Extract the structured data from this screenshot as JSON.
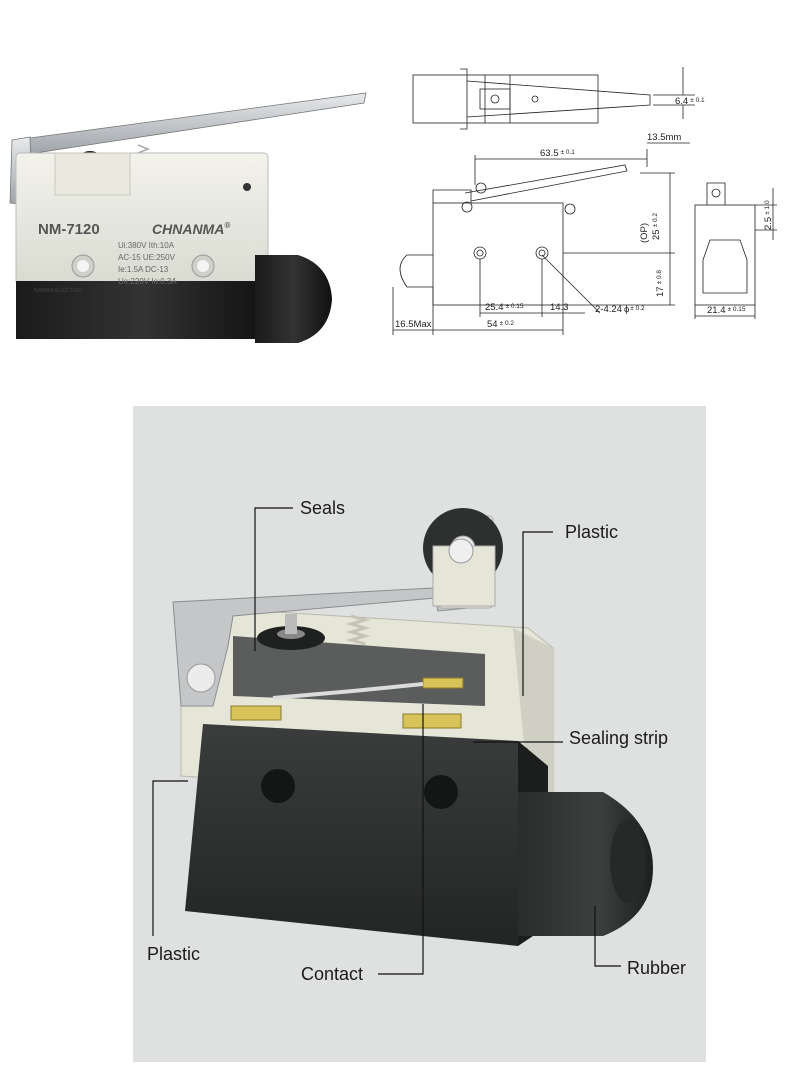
{
  "product": {
    "model": "NM-7120",
    "brand": "CHNANMA",
    "registered": "®",
    "spec_line1": "Ui:380V Ith:10A",
    "spec_line2": "AC-15 UE:250V",
    "spec_line3": "Ie:1.5A DC-13",
    "spec_line4": "Ue:220V Ie:0.3A",
    "maker": "NANMA ELECTRIC"
  },
  "drawing": {
    "dim_top": "6.4",
    "dim_top_tol": "± 0.1",
    "dim_lever_offset": "13.5mm",
    "dim_length": "63.5",
    "dim_length_tol": "± 0.1",
    "dim_op_label": "(OP)",
    "dim_op": "25",
    "dim_op_tol": "± 0.2",
    "dim_height": "17",
    "dim_height_tol": "± 0.8",
    "dim_side": "2.5",
    "dim_side_tol": "± 1.0",
    "dim_width": "21.4",
    "dim_width_tol": "± 0.15",
    "dim_hole_spacing": "25.4",
    "dim_hole_spacing_tol": "± 0.15",
    "dim_right_hole": "14.3",
    "dim_holes": "2-4.24",
    "dim_holes_phi": "ϕ",
    "dim_holes_tol": "± 0.2",
    "dim_plunger": "16.5Max",
    "dim_body": "54",
    "dim_body_tol": "± 0.2"
  },
  "cutaway": {
    "labels": {
      "seals": "Seals",
      "plastic_top": "Plastic",
      "sealing_strip": "Sealing strip",
      "plastic_bottom": "Plastic",
      "contact": "Contact",
      "rubber": "Rubber"
    },
    "colors": {
      "background": "#dfe0e0",
      "base": "#2c2f2e",
      "housing": "#e6e6d8",
      "metal": "#c4c6c8",
      "contact_gold": "#d8c25a"
    }
  }
}
